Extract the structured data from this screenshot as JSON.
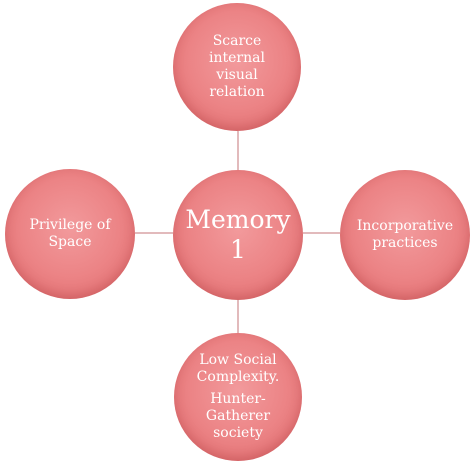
{
  "diagram": {
    "center": {
      "lines": [
        "Memory",
        "1"
      ]
    },
    "top": {
      "lines": [
        "Scarce",
        "internal",
        "visual",
        "relation"
      ]
    },
    "left": {
      "lines": [
        "Privilege of",
        "Space"
      ]
    },
    "right": {
      "lines": [
        "Incorporative",
        "practices"
      ]
    },
    "bottom": {
      "lines": [
        "Low Social",
        "Complexity.",
        "Hunter-",
        "Gatherer",
        "society"
      ]
    }
  },
  "colors": {
    "node_fill": "#ec8486",
    "node_text": "#ffffff",
    "connector": "#d9a3a5",
    "background": "#ffffff"
  }
}
